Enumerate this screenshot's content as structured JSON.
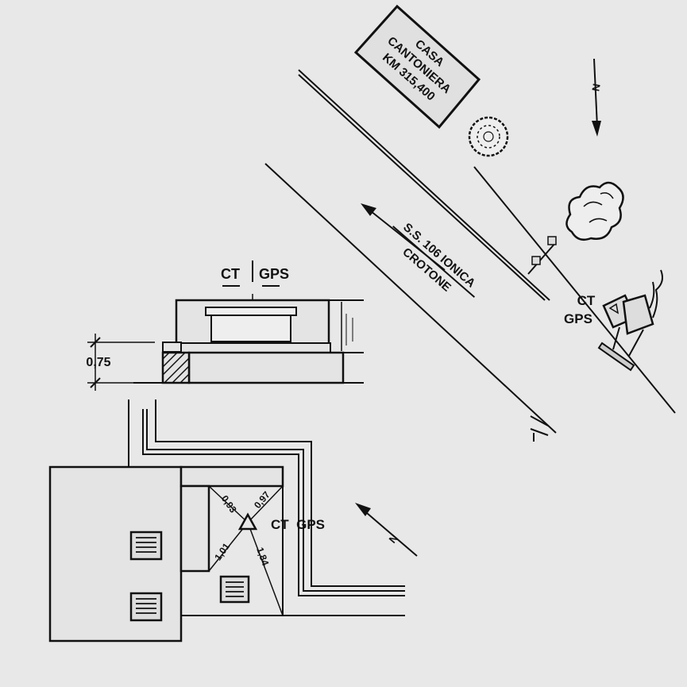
{
  "map": {
    "building": {
      "line1": "CASA",
      "line2": "CANTONIERA",
      "line3": "KM 315,400"
    },
    "road": {
      "name": "S.S. 106 IONICA",
      "direction": "CROTONE"
    },
    "station_line1": "CT",
    "station_line2": "GPS",
    "north": "N"
  },
  "section": {
    "label_ct": "CT",
    "label_gps": "GPS",
    "height": "0,75"
  },
  "plan": {
    "station": "CT  GPS",
    "d1": "0,93",
    "d2": "0,97",
    "d3": "1,01",
    "d4": "1,84",
    "north": "N"
  },
  "colors": {
    "background": "#e8e8e8",
    "ink": "#111111",
    "fill_light": "#e0e0e0"
  }
}
